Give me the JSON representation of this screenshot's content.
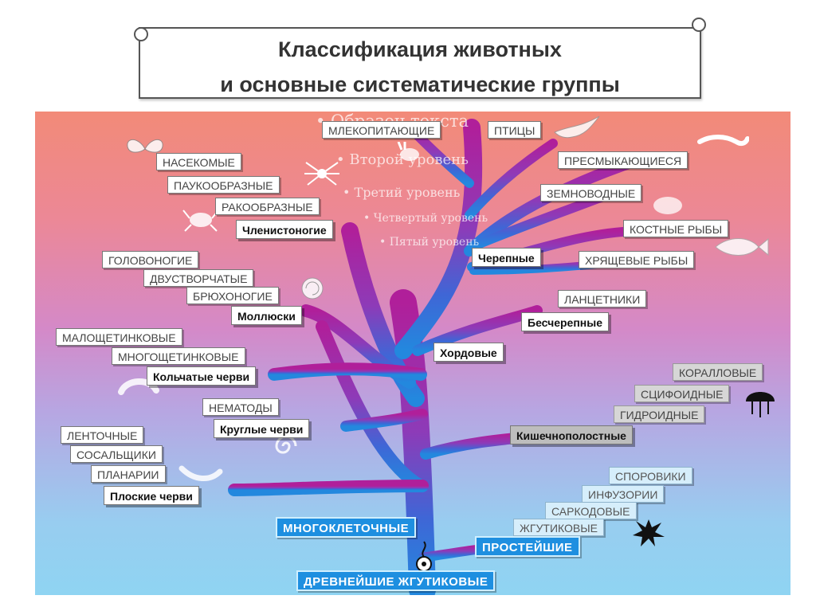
{
  "title": {
    "line1": "Классификация животных",
    "line2": "и основные систематические группы"
  },
  "ghost_outline": {
    "l1": "• Образец текста",
    "l2": "• Второй уровень",
    "l3": "• Третий уровень",
    "l4": "• Четвертый уровень",
    "l5": "• Пятый уровень"
  },
  "labels": {
    "mammals": "МЛЕКОПИТАЮЩИЕ",
    "birds": "ПТИЦЫ",
    "reptiles": "ПРЕСМЫКАЮЩИЕСЯ",
    "amphibians": "ЗЕМНОВОДНЫЕ",
    "bony_fish": "КОСТНЫЕ РЫБЫ",
    "cartilaginous_fish": "ХРЯЩЕВЫЕ РЫБЫ",
    "craniates": "Черепные",
    "lancelets": "ЛАНЦЕТНИКИ",
    "acraniates": "Бесчерепные",
    "chordates": "Хордовые",
    "insects": "НАСЕКОМЫЕ",
    "arachnids": "ПАУКООБРАЗНЫЕ",
    "crustaceans": "РАКООБРАЗНЫЕ",
    "arthropods": "Членистоногие",
    "cephalopods": "ГОЛОВОНОГИЕ",
    "bivalves": "ДВУСТВОРЧАТЫЕ",
    "gastropods": "БРЮХОНОГИЕ",
    "molluscs": "Моллюски",
    "oligochaetes": "МАЛОЩЕТИНКОВЫЕ",
    "polychaetes": "МНОГОЩЕТИНКОВЫЕ",
    "annelids": "Кольчатые черви",
    "nematodes": "НЕМАТОДЫ",
    "roundworms": "Круглые черви",
    "tapeworms": "ЛЕНТОЧНЫЕ",
    "flukes": "СОСАЛЬЩИКИ",
    "planarians": "ПЛАНАРИИ",
    "flatworms": "Плоские черви",
    "corals": "КОРАЛЛОВЫЕ",
    "scyphozoa": "СЦИФОИДНЫЕ",
    "hydrozoa": "ГИДРОИДНЫЕ",
    "coelenterates": "Кишечнополостные",
    "sporozoa": "СПОРОВИКИ",
    "infusoria": "ИНФУЗОРИИ",
    "sarcodina": "САРКОДОВЫЕ",
    "flagellates": "ЖГУТИКОВЫЕ",
    "protozoa": "ПРОСТЕЙШИЕ",
    "multicellular": "МНОГОКЛЕТОЧНЫЕ",
    "ancient_flagellates": "ДРЕВНЕЙШИЕ ЖГУТИКОВЫЕ"
  },
  "colors": {
    "trunk_top": "#b01f9a",
    "trunk_bottom": "#2f6fd8",
    "accent_blue": "#1e8fe0"
  }
}
